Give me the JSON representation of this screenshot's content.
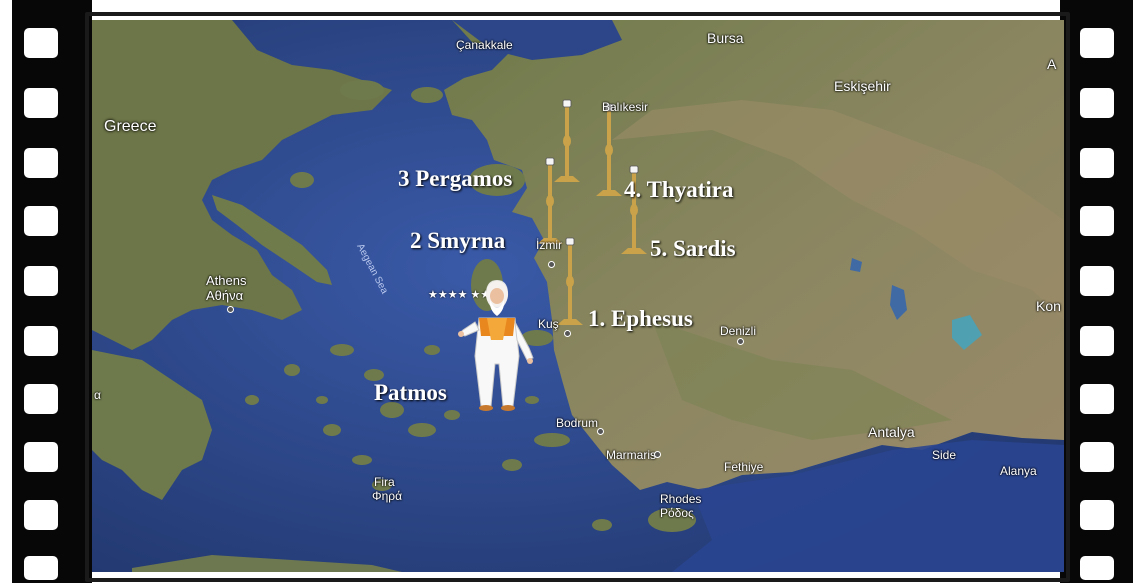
{
  "map": {
    "city_labels": {
      "canakkale": "Çanakkale",
      "bursa": "Bursa",
      "eskisehir": "Eskişehir",
      "balikesir": "Balıkesir",
      "izmir": "İzmir",
      "kusadasi": "Kuş",
      "denizli": "Denizli",
      "bodrum": "Bodrum",
      "marmaris": "Marmaris",
      "fethiye": "Fethiye",
      "rhodes": "Rhodes",
      "rhodes_greek": "Ρόδος",
      "antalya": "Antalya",
      "side": "Side",
      "alanya": "Alanya",
      "fira": "Fira",
      "fira_greek": "Φηρά",
      "athens": "Athens",
      "athens_greek": "Αθήνα",
      "konya_partial": "Kon",
      "edge_a": "A",
      "edge_a2": "α"
    },
    "country_labels": {
      "greece": "Greece"
    },
    "sea_label": "Aegean Sea"
  },
  "overlay": {
    "churches": {
      "ephesus": "1. Ephesus",
      "smyrna": "2 Smyrna",
      "pergamos": "3 Pergamos",
      "thyatira": "4. Thyatira",
      "sardis": "5. Sardis"
    },
    "patmos": "Patmos",
    "stars": "★★★★ ★★★",
    "colors": {
      "lampstand": "#c9a24a",
      "label": "#ffffff",
      "film": "#070707"
    }
  }
}
